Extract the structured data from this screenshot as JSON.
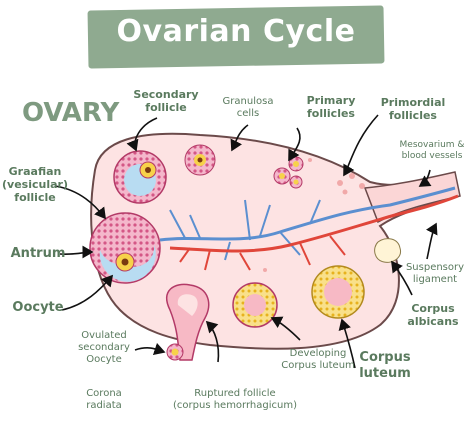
{
  "title": "Ovarian Cycle",
  "ovary_label": "OVARY",
  "labels": {
    "secondary_follicle": "Secondary\nfollicle",
    "granulosa_cells": "Granulosa\ncells",
    "primary_follicles": "Primary\nfollicles",
    "primordial_follicles": "Primordial\nfollicles",
    "mesovarium": "Mesovarium &\nblood vessels",
    "graafian_follicle": "Graafian\n(vesicular)\nfollicle",
    "antrum": "Antrum",
    "oocyte": "Oocyte",
    "suspensory_ligament": "Suspensory\nligament",
    "corpus_albicans": "Corpus\nalbicans",
    "ovulated_secondary_oocyte": "Ovulated\nsecondary\nOocyte",
    "developing_corpus_luteum": "Developing\nCorpus luteum",
    "corpus_luteum": "Corpus\nluteum",
    "corona_radiata": "Corona\nradiata",
    "ruptured_follicle": "Ruptured follicle\n(corpus hemorrhagicum)"
  },
  "colors": {
    "banner": "#8faa90",
    "label_text": "#5a7a5e",
    "ovary_fill": "#fde3e3",
    "ovary_outline": "#6b4a4a",
    "artery": "#e0463a",
    "vein": "#5b8fd0",
    "follicle_cells": "#e88aa8",
    "antrum": "#b8dcf2",
    "luteum": "#f7d24a"
  }
}
